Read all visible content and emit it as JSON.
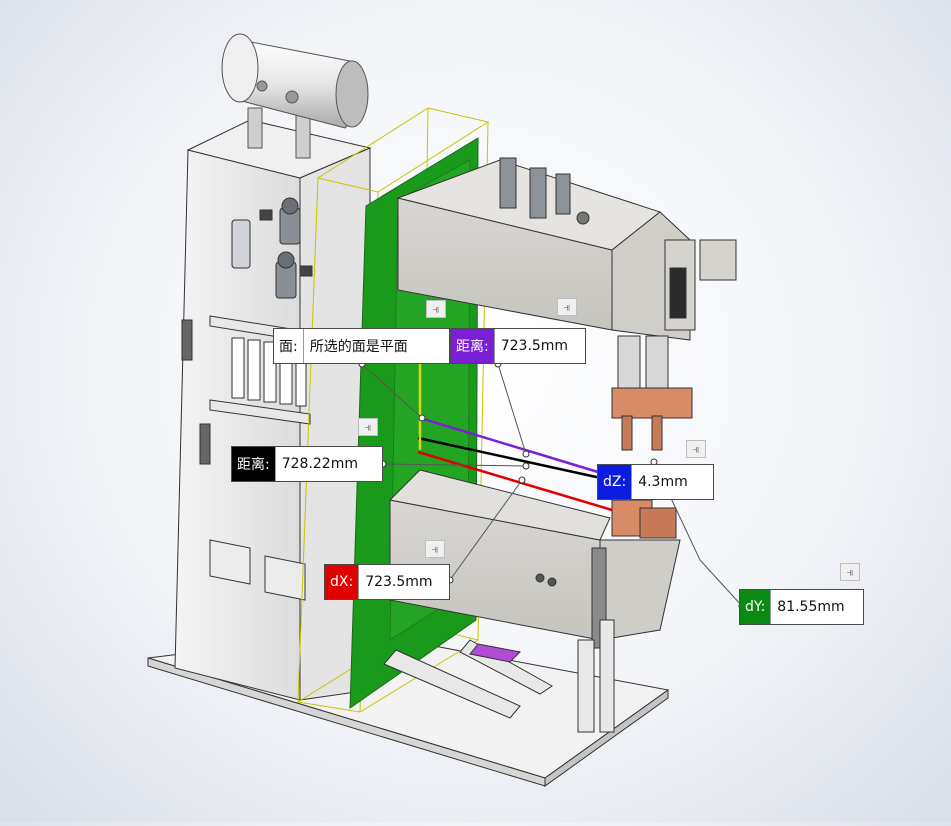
{
  "callouts": {
    "face": {
      "label": "面:",
      "value": "所选的面是平面"
    },
    "distance_top": {
      "label": "距离:",
      "value": "723.5mm",
      "color": "#7a1fd6"
    },
    "distance_left": {
      "label": "距离:",
      "value": "728.22mm",
      "color": "#000000"
    },
    "dz": {
      "label": "dZ:",
      "value": "4.3mm",
      "color": "#0a1de0"
    },
    "dx": {
      "label": "dX:",
      "value": "723.5mm",
      "color": "#e00000"
    },
    "dy": {
      "label": "dY:",
      "value": "81.55mm",
      "color": "#0a8a12"
    }
  },
  "icons": {
    "pin": "pin-icon",
    "tank": "air-tank",
    "frame": "welder-frame"
  },
  "colors": {
    "measure_purple": "#7a1fd6",
    "measure_red": "#e00000",
    "measure_black": "#000000",
    "green_panel": "#1a9a1a",
    "selection_yellow": "#c8c400",
    "copper": "#d98a66"
  }
}
